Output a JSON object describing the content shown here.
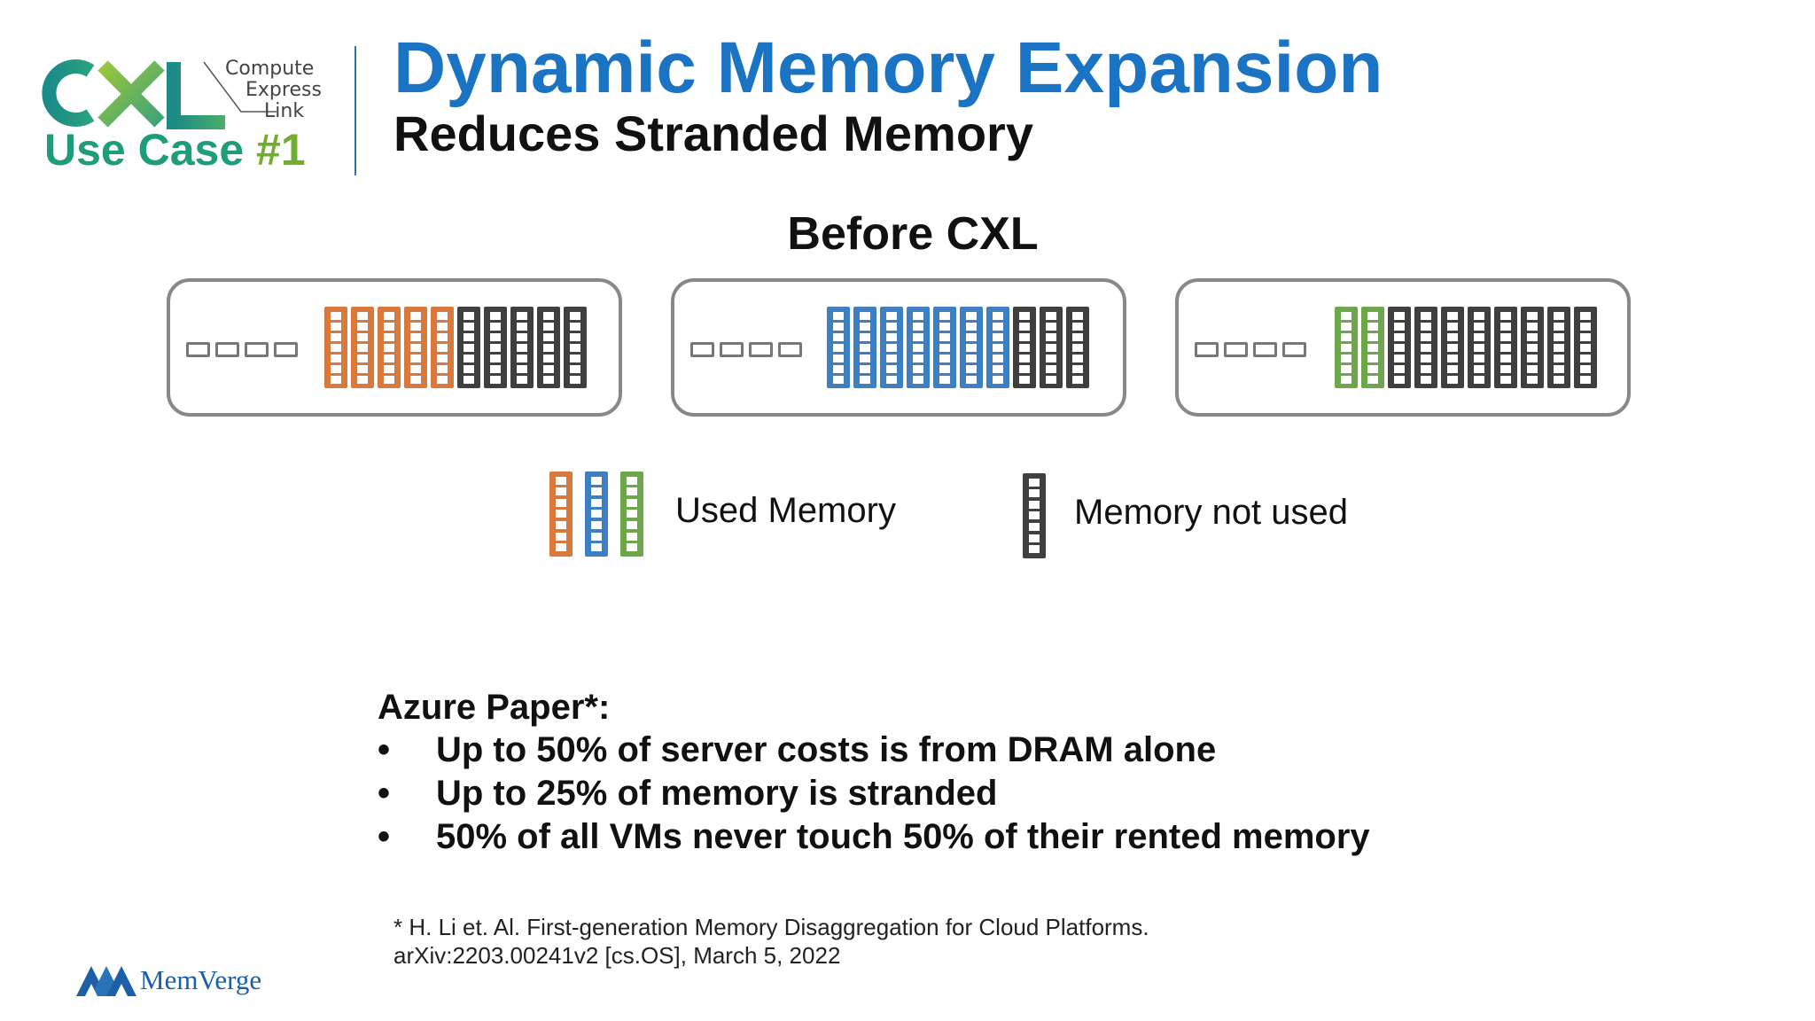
{
  "header": {
    "logo": {
      "wordmark": "CXL",
      "tagline": [
        "Compute",
        "Express",
        "Link"
      ]
    },
    "use_case_label": "Use Case ",
    "use_case_number": "#1",
    "title": "Dynamic Memory Expansion",
    "subtitle": "Reduces Stranded Memory"
  },
  "diagram": {
    "heading": "Before CXL",
    "servers": [
      {
        "empty_slots": 4,
        "used_dimms": 5,
        "unused_dimms": 5,
        "used_color": "#d9793e"
      },
      {
        "empty_slots": 4,
        "used_dimms": 7,
        "unused_dimms": 3,
        "used_color": "#3d7fc1"
      },
      {
        "empty_slots": 4,
        "used_dimms": 2,
        "unused_dimms": 8,
        "used_color": "#6ea64b"
      }
    ],
    "unused_color": "#3f3f3f"
  },
  "legend": {
    "used_label": "Used Memory",
    "unused_label": "Memory not used"
  },
  "findings": {
    "heading": "Azure Paper*:",
    "bullet_char": "•",
    "items": [
      "Up to 50% of server costs is from DRAM alone",
      "Up to 25% of memory is stranded",
      "50% of all VMs never touch 50% of their rented memory"
    ]
  },
  "footnote": {
    "line1": "* H. Li et. Al. First-generation Memory Disaggregation for Cloud Platforms.",
    "line2": "arXiv:2203.00241v2 [cs.OS], March 5, 2022"
  },
  "brand": {
    "name": "MemVerge",
    "color": "#1d5fa6"
  },
  "colors": {
    "title": "#1a73c3",
    "use_case": "#1f9c7a",
    "use_case_number": "#6fae2e"
  }
}
